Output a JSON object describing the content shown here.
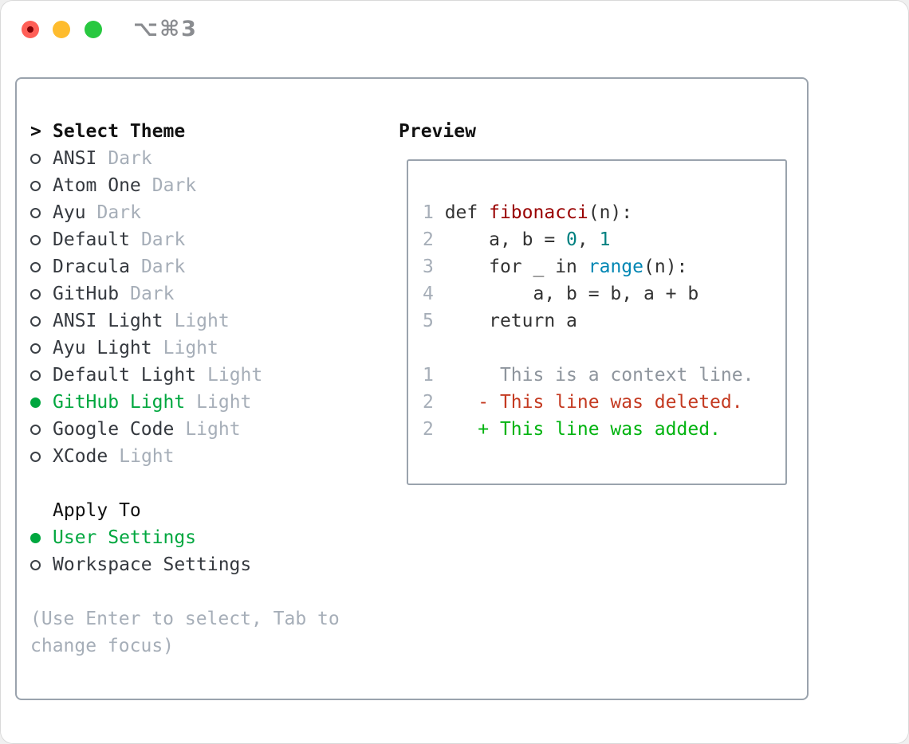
{
  "colors": {
    "accent_green": "#00a73f",
    "added_green": "#00b30f",
    "deleted_red": "#c43a21",
    "context_gray": "#8e959d",
    "line_number_gray": "#a6aeb8",
    "muted_gray": "#a6aeb8",
    "keyword_dark": "#333333",
    "code_default": "#333333",
    "function_red": "#990000",
    "number_teal": "#008080",
    "builtin_blue": "#0086b3",
    "border_gray": "#9aa3ad",
    "text_dark": "#35393f",
    "heading_black": "#111111",
    "radio_outline": "#3c4147",
    "tl_close": "#ff5f57",
    "tl_close_dot": "#820005",
    "tl_minimize": "#febc2e",
    "tl_zoom": "#28c840",
    "title_gray": "#8a8c90"
  },
  "window": {
    "title": "⌥⌘3"
  },
  "theme_panel": {
    "header": {
      "prefix": ">",
      "label": "Select Theme"
    },
    "themes": [
      {
        "name": "ANSI",
        "variant": "Dark",
        "selected": false
      },
      {
        "name": "Atom One",
        "variant": "Dark",
        "selected": false
      },
      {
        "name": "Ayu",
        "variant": "Dark",
        "selected": false
      },
      {
        "name": "Default",
        "variant": "Dark",
        "selected": false
      },
      {
        "name": "Dracula",
        "variant": "Dark",
        "selected": false
      },
      {
        "name": "GitHub",
        "variant": "Dark",
        "selected": false
      },
      {
        "name": "ANSI Light",
        "variant": "Light",
        "selected": false
      },
      {
        "name": "Ayu Light",
        "variant": "Light",
        "selected": false
      },
      {
        "name": "Default Light",
        "variant": "Light",
        "selected": false
      },
      {
        "name": "GitHub Light",
        "variant": "Light",
        "selected": true
      },
      {
        "name": "Google Code",
        "variant": "Light",
        "selected": false
      },
      {
        "name": "XCode",
        "variant": "Light",
        "selected": false
      }
    ],
    "apply_to": {
      "label": "Apply To",
      "options": [
        {
          "name": "User Settings",
          "selected": true
        },
        {
          "name": "Workspace Settings",
          "selected": false
        }
      ]
    },
    "hint": "(Use Enter to select, Tab to change focus)"
  },
  "preview": {
    "label": "Preview",
    "code_lines": [
      [
        {
          "t": "1 ",
          "s": "ln"
        },
        {
          "t": "def",
          "s": "kw"
        },
        {
          "t": " ",
          "s": "df"
        },
        {
          "t": "fibonacci",
          "s": "fn"
        },
        {
          "t": "(n):",
          "s": "df"
        }
      ],
      [
        {
          "t": "2 ",
          "s": "ln"
        },
        {
          "t": "    a, b = ",
          "s": "df"
        },
        {
          "t": "0",
          "s": "nm"
        },
        {
          "t": ", ",
          "s": "df"
        },
        {
          "t": "1",
          "s": "nm"
        }
      ],
      [
        {
          "t": "3 ",
          "s": "ln"
        },
        {
          "t": "    ",
          "s": "df"
        },
        {
          "t": "for",
          "s": "kw"
        },
        {
          "t": " _ ",
          "s": "df"
        },
        {
          "t": "in",
          "s": "kw"
        },
        {
          "t": " ",
          "s": "df"
        },
        {
          "t": "range",
          "s": "bi"
        },
        {
          "t": "(n):",
          "s": "df"
        }
      ],
      [
        {
          "t": "4 ",
          "s": "ln"
        },
        {
          "t": "        a, b = b, a + b",
          "s": "df"
        }
      ],
      [
        {
          "t": "5 ",
          "s": "ln"
        },
        {
          "t": "    ",
          "s": "df"
        },
        {
          "t": "return",
          "s": "kw"
        },
        {
          "t": " a",
          "s": "df"
        }
      ],
      [],
      [
        {
          "t": "1 ",
          "s": "ln"
        },
        {
          "t": "     This is a context line.",
          "s": "ctx"
        }
      ],
      [
        {
          "t": "2 ",
          "s": "ln"
        },
        {
          "t": "   - This line was deleted.",
          "s": "del"
        }
      ],
      [
        {
          "t": "2 ",
          "s": "ln"
        },
        {
          "t": "   + This line was added.",
          "s": "add"
        }
      ]
    ]
  }
}
